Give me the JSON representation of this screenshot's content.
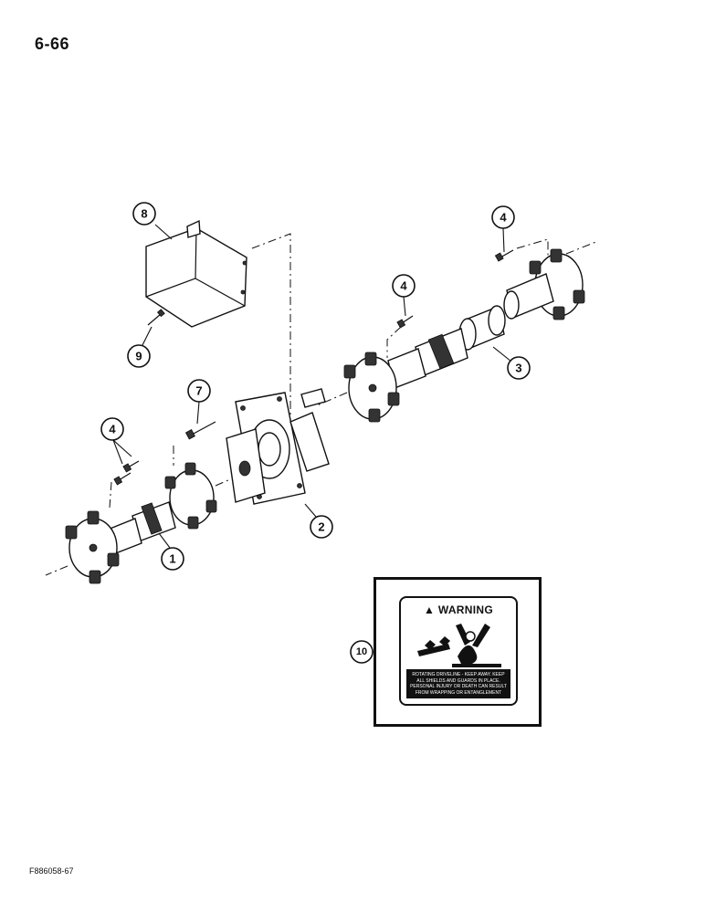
{
  "page": {
    "number": "6-66",
    "figure_code": "F886058-67"
  },
  "callouts": [
    {
      "id": "callout-1",
      "label": "1"
    },
    {
      "id": "callout-2",
      "label": "2"
    },
    {
      "id": "callout-3",
      "label": "3"
    },
    {
      "id": "callout-4-left",
      "label": "4"
    },
    {
      "id": "callout-4-middle",
      "label": "4"
    },
    {
      "id": "callout-4-right",
      "label": "4"
    },
    {
      "id": "callout-7",
      "label": "7"
    },
    {
      "id": "callout-8",
      "label": "8"
    },
    {
      "id": "callout-9",
      "label": "9"
    },
    {
      "id": "callout-10",
      "label": "10"
    }
  ],
  "warning_decal": {
    "header": "WARNING",
    "message": "ROTATING DRIVELINE - KEEP AWAY. KEEP ALL SHIELDS AND GUARDS IN PLACE. PERSONAL INJURY OR DEATH CAN RESULT FROM WRAPPING OR ENTANGLEMENT",
    "pictogram": "entanglement-hazard-icon"
  }
}
